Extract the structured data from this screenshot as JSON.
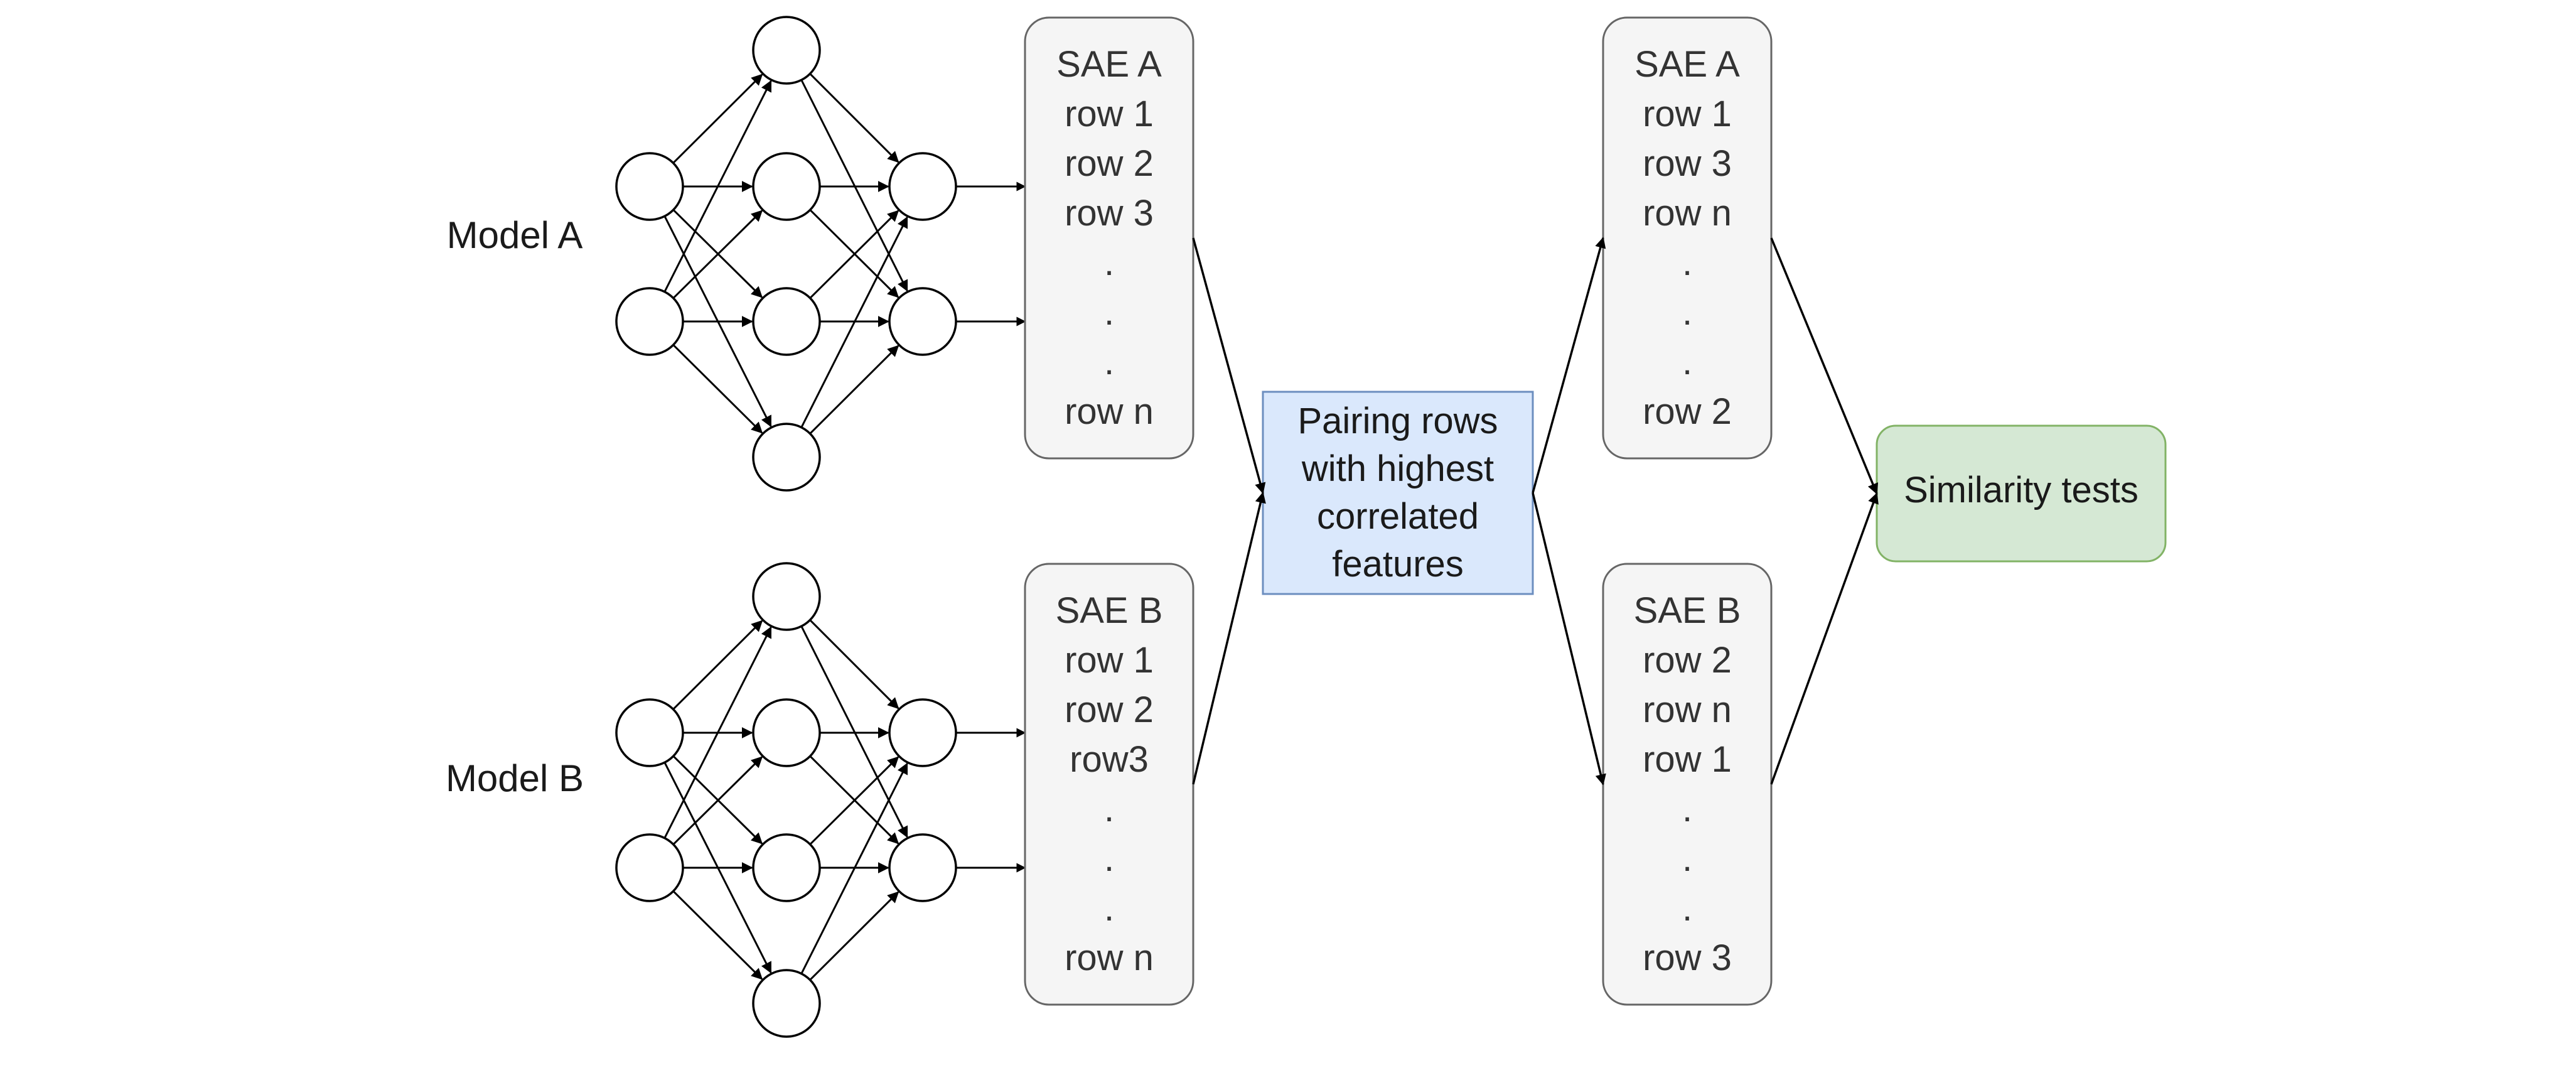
{
  "models": {
    "a": {
      "label": "Model A"
    },
    "b": {
      "label": "Model B"
    }
  },
  "sae_boxes": {
    "left_a": {
      "title": "SAE A",
      "lines": [
        "row 1",
        "row 2",
        "row 3",
        ".",
        ".",
        ".",
        "row n"
      ]
    },
    "left_b": {
      "title": "SAE B",
      "lines": [
        "row 1",
        "row 2",
        "row3",
        ".",
        ".",
        ".",
        "row n"
      ]
    },
    "right_a": {
      "title": "SAE A",
      "lines": [
        "row 1",
        "row 3",
        "row n",
        ".",
        ".",
        ".",
        "row 2"
      ]
    },
    "right_b": {
      "title": "SAE B",
      "lines": [
        "row 2",
        "row n",
        "row 1",
        ".",
        ".",
        ".",
        "row 3"
      ]
    }
  },
  "pairing": {
    "lines": [
      "Pairing rows",
      "with highest",
      "correlated",
      "features"
    ]
  },
  "similarity": {
    "label": "Similarity tests"
  },
  "colors": {
    "sae_fill": "#f5f5f5",
    "sae_stroke": "#666666",
    "pairing_fill": "#dae8fc",
    "pairing_stroke": "#6c8ebf",
    "similarity_fill": "#d5e8d4",
    "similarity_stroke": "#82b366",
    "edge": "#000000"
  }
}
